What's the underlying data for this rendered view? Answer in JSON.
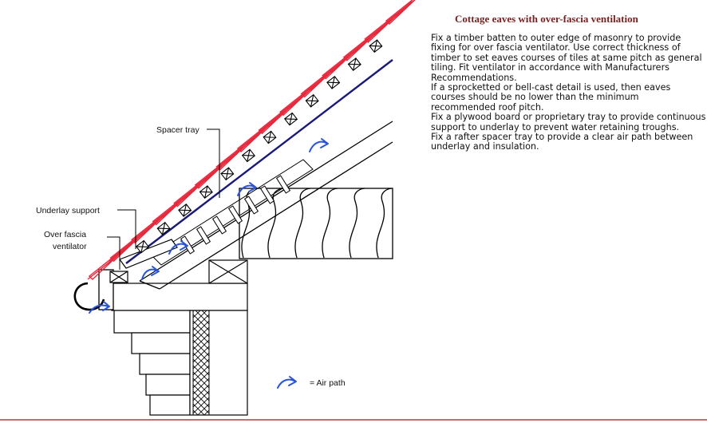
{
  "title": "Cottage eaves with over-fascia ventilation",
  "description": [
    "Fix a timber batten to outer edge of masonry to provide fixing for over fascia ventilator.  Use correct thickness of timber to set eaves courses of tiles at same pitch as general tiling.  Fit ventilator in accordance with Manufacturers Recommendations.",
    "If a sprocketted or bell-cast detail is used, then eaves courses should be no lower than the minimum recommended roof pitch.",
    "Fix a plywood board or proprietary tray to provide continuous support to underlay to prevent water retaining troughs.",
    "Fix a rafter spacer tray to provide a clear air path between underlay and insulation."
  ],
  "labels": {
    "spacer_tray": "Spacer tray",
    "underlay_support": "Underlay support",
    "over_fascia_line1": "Over fascia",
    "over_fascia_line2": "ventilator"
  },
  "legend": {
    "air_path": "= Air path"
  },
  "colors": {
    "tiles": "#e8283c",
    "air_arrow": "#2a55d8",
    "underlay": "#1a1a7a",
    "title": "#7a1f1f",
    "footer_rule": "#b33a3a"
  }
}
